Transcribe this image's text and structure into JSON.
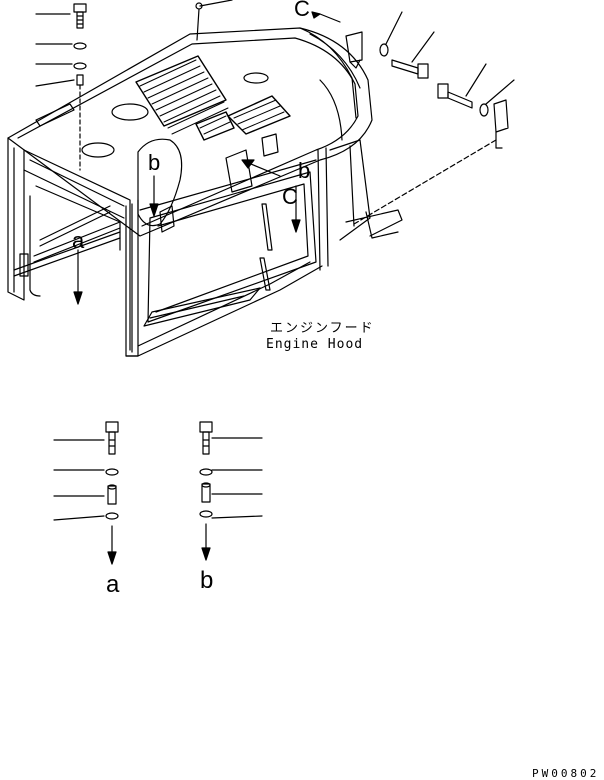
{
  "labels": {
    "part_name_jp": "エンジンフード",
    "part_name_en": "Engine Hood",
    "callout_a": "a",
    "callout_b": "b",
    "callout_c": "C",
    "ref_a": "a",
    "ref_b": "b",
    "drawing_code": "PW00802"
  },
  "colors": {
    "line": "#000000",
    "background": "#ffffff"
  }
}
